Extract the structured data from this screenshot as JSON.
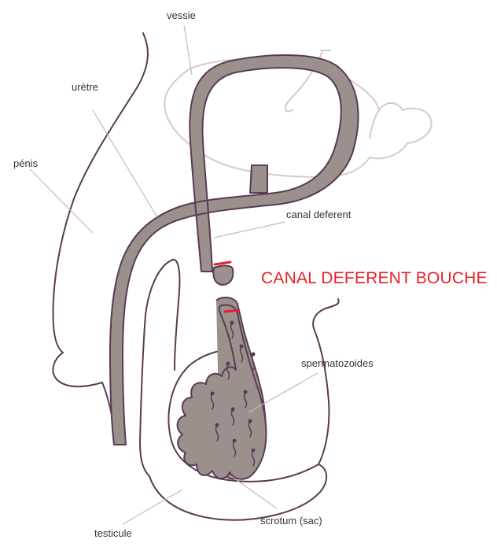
{
  "labels": {
    "vessie": "vessie",
    "uretre": "urètre",
    "penis": "pénis",
    "canal_deferent": "canal deferent",
    "spermatozoides": "spermatozoides",
    "scrotum": "scrotum (sac)",
    "testicule": "testicule"
  },
  "title": "CANAL DEFERENT BOUCHE",
  "colors": {
    "duct_fill": "#9b918c",
    "outline": "#5a3a55",
    "bladder_outline": "#d9c9c5",
    "leader": "#bdbdbd",
    "ligature": "#e8202a",
    "title": "#e8202a",
    "text": "#333333"
  }
}
